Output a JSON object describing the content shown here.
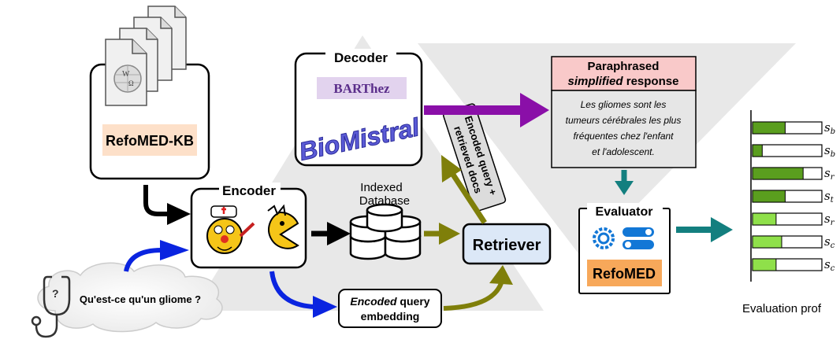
{
  "knowledge_base": {
    "label": "RefoMED-KB"
  },
  "decoder": {
    "title": "Decoder",
    "model_1": "BARThez",
    "model_2": "BioMistral"
  },
  "encoder": {
    "title": "Encoder"
  },
  "database": {
    "line_1": "Indexed",
    "line_2": "Database"
  },
  "retriever": {
    "label": "Retriever"
  },
  "encoded_query_docs": {
    "line_1": "Encoded query +",
    "line_2": "retrieved docs"
  },
  "query_embedding": {
    "line_1_italic": "Encoded",
    "line_1_rest": " query",
    "line_2": "embedding"
  },
  "question": {
    "text": "Qu'est-ce qu'un gliome ?"
  },
  "response": {
    "title_line_1": "Paraphrased",
    "title_italic": "simplified",
    "title_rest": " response",
    "lines": [
      "Les gliomes sont les",
      "tumeurs cérébrales les plus",
      "fréquentes chez l'enfant",
      "et l'adolescent."
    ]
  },
  "evaluator": {
    "title": "Evaluator",
    "label": "RefoMED"
  },
  "evaluation_profile": {
    "caption": "Evaluation prof",
    "rows": [
      {
        "label": "s",
        "sub": "b",
        "fill": 0.47,
        "color": "#5a9e1e"
      },
      {
        "label": "s",
        "sub": "b",
        "fill": 0.14,
        "color": "#5a9e1e"
      },
      {
        "label": "s",
        "sub": "r",
        "fill": 0.73,
        "color": "#5a9e1e"
      },
      {
        "label": "s",
        "sub": "t",
        "fill": 0.47,
        "color": "#5a9e1e"
      },
      {
        "label": "s",
        "sub": "r",
        "fill": 0.34,
        "color": "#8fe04a"
      },
      {
        "label": "s",
        "sub": "c",
        "fill": 0.42,
        "color": "#8fe04a"
      },
      {
        "label": "s",
        "sub": "c",
        "fill": 0.34,
        "color": "#8fe04a"
      }
    ]
  },
  "colors": {
    "black_arrow": "#000000",
    "blue_arrow": "#0a24e0",
    "olive_arrow": "#7f7f0a",
    "purple_arrow": "#8a0fa8",
    "teal_arrow": "#137f7f",
    "response_header": "#f9c9c9",
    "kb_label_bg": "#fde0c9",
    "refomed_bg": "#f7a85a",
    "barthez_bg": "#e2d3ee",
    "biomistral_text": "#5b5bd6",
    "evaluator_blue": "#1277d6"
  }
}
